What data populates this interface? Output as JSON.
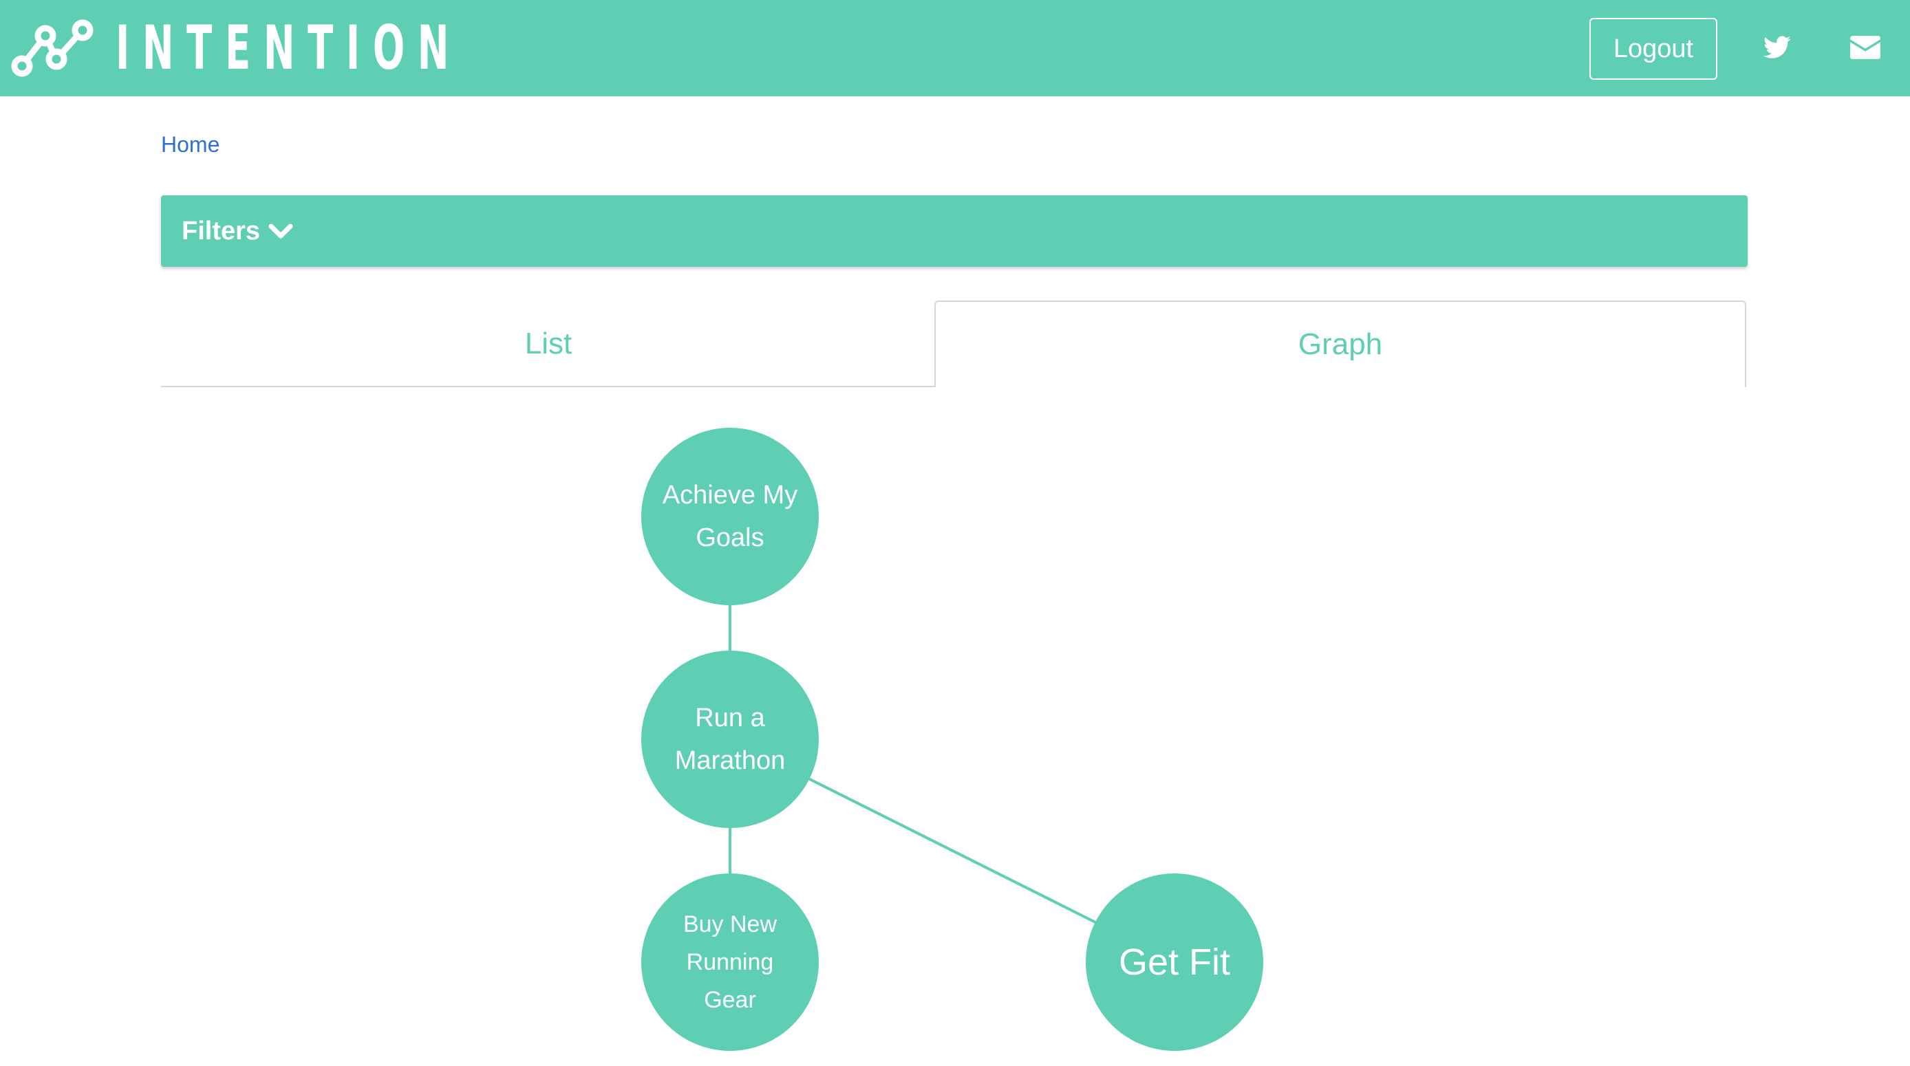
{
  "header": {
    "brand_name": "INTENTION",
    "logout_label": "Logout",
    "icons": [
      "logo-icon",
      "twitter-icon",
      "mail-icon"
    ]
  },
  "breadcrumb": {
    "home_label": "Home"
  },
  "filters": {
    "label": "Filters"
  },
  "tabs": [
    {
      "label": "List",
      "active": false
    },
    {
      "label": "Graph",
      "active": true
    }
  ],
  "graph": {
    "nodes": [
      {
        "id": "achieve",
        "label": "Achieve My Goals"
      },
      {
        "id": "marathon",
        "label": "Run a Marathon"
      },
      {
        "id": "gear",
        "label": "Buy New Running Gear"
      },
      {
        "id": "fit",
        "label": "Get Fit"
      }
    ],
    "edges": [
      {
        "from": "achieve",
        "to": "marathon"
      },
      {
        "from": "marathon",
        "to": "gear"
      },
      {
        "from": "marathon",
        "to": "fit"
      }
    ]
  },
  "colors": {
    "accent": "#5ecfb3",
    "link": "#2f6fd0",
    "tab_border": "#d6d6d6"
  }
}
